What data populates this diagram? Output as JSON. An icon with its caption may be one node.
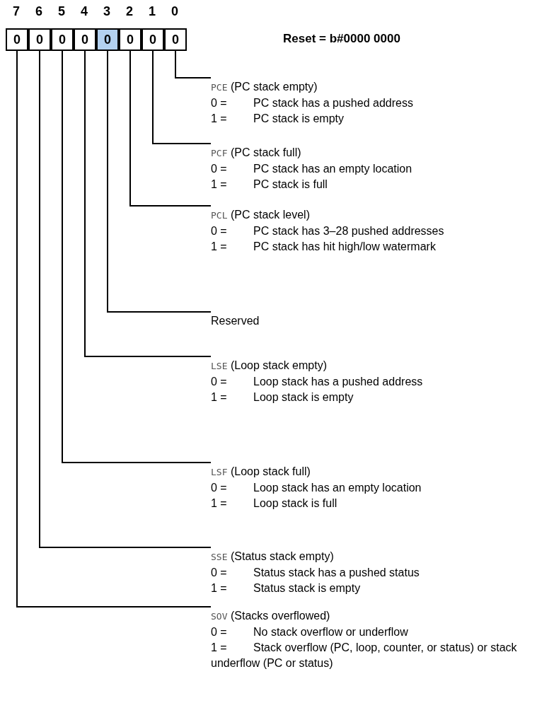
{
  "diagram": {
    "nodes": [
      {
        "text": [
          "0"
        ]
      },
      {
        "text": [
          "0"
        ]
      },
      {
        "text": [
          "0"
        ]
      },
      {
        "text": [
          "0"
        ]
      },
      {
        "text": [
          "0"
        ]
      },
      {
        "text": [
          "0"
        ]
      },
      {
        "text": [
          "0"
        ]
      },
      {
        "text": [
          "0"
        ]
      },
      {
        "text": [
          "PCE",
          "(PC stack empty)",
          "0 =",
          "PC stack has a pushed address",
          "1 =",
          "PC stack is empty"
        ]
      },
      {
        "text": [
          "PCF",
          "(PC stack full)",
          "0 =",
          "PC stack has an empty location",
          "1 =",
          "PC stack is full"
        ]
      },
      {
        "text": [
          "PCL",
          "(PC stack level)",
          "0 =",
          "PC stack has 3–28 pushed addresses",
          "1 =",
          "PC stack has hit high/low watermark"
        ]
      },
      {
        "text": [
          "Reserved"
        ]
      },
      {
        "text": [
          "LSE",
          "(Loop stack empty)",
          "0 =",
          "Loop stack has a pushed address",
          "1 =",
          "Loop stack is empty"
        ]
      },
      {
        "text": [
          "LSF",
          "(Loop stack full)",
          "0 =",
          "Loop stack has an empty location",
          "1 =",
          "Loop stack is full"
        ]
      },
      {
        "text": [
          "SSE",
          "(Status stack empty)",
          "0 =",
          "Status stack has a pushed status",
          "1 =",
          "Status stack is empty"
        ]
      },
      {
        "text": [
          "SOV",
          "(Stacks overflowed)",
          "0 =",
          "No stack overflow or underflow",
          "1 =",
          "Stack overflow (PC, loop, counter, or status) or stack underflow (PC or status)"
        ]
      }
    ],
    "edges": [
      {
        "from": 7,
        "to": 8,
        "arrow": "none"
      },
      {
        "from": 6,
        "to": 9,
        "arrow": "none"
      },
      {
        "from": 5,
        "to": 10,
        "arrow": "none"
      },
      {
        "from": 4,
        "to": 11,
        "arrow": "none"
      },
      {
        "from": 3,
        "to": 12,
        "arrow": "none"
      },
      {
        "from": 2,
        "to": 13,
        "arrow": "none"
      },
      {
        "from": 1,
        "to": 14,
        "arrow": "none"
      },
      {
        "from": 0,
        "to": 15,
        "arrow": "none"
      }
    ],
    "labels": [
      "7",
      "6",
      "5",
      "4",
      "3",
      "2",
      "1",
      "0",
      "Reset = b#0000 0000"
    ]
  }
}
